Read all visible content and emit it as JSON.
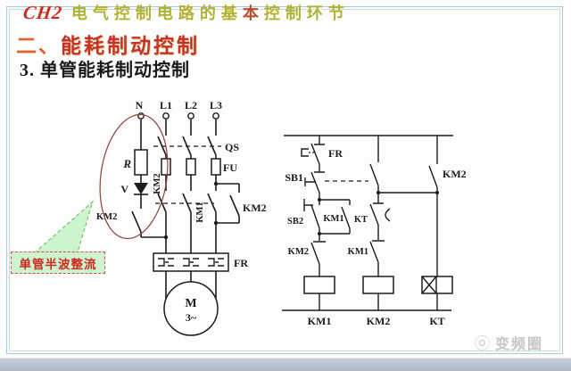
{
  "colors": {
    "frame-blue": "#a5cbe0",
    "frame-blue-light": "#c6deec",
    "bottom-bar": "#aeb8c4",
    "accent-red": "#cc2a1e",
    "heading-orange": "#e0602e",
    "heading-red": "#c5322b",
    "title-olive": "#b1b233",
    "title-red": "#bb4a2f",
    "callout-green": "#cdf3cf",
    "callout-border": "#d05050",
    "circuit-ink": "#1c1c1c",
    "scope-red": "#8a4040",
    "watermark-gray": "#c6c6c6"
  },
  "header": {
    "course_code": "CH2",
    "title_seg1": "电气控制电路的基",
    "title_seg2": "本",
    "title_seg3": "控制环节"
  },
  "headings": {
    "section_prefix": "二、",
    "section_title": "能耗制动控制",
    "subsection": "3. 单管能耗制动控制"
  },
  "callout": {
    "label": "单管半波整流"
  },
  "main_circuit": {
    "labels": {
      "n": "N",
      "l1": "L1",
      "l2": "L2",
      "l3": "L3",
      "qs": "QS",
      "fu": "FU",
      "r": "R",
      "v": "V",
      "km2_brake": "KM2",
      "km2_vertical": "KM2",
      "km1_vertical": "KM1",
      "km2_right": "KM2",
      "fr": "FR",
      "motor": "M",
      "motor_phases": "3~"
    }
  },
  "control_circuit": {
    "labels": {
      "fr": "FR",
      "sb1": "SB1",
      "sb2": "SB2",
      "km1_latch": "KM1",
      "kt_contact": "KT",
      "km2_top": "KM2",
      "km2_interlock": "KM2",
      "km1_interlock": "KM1",
      "coil_km1": "KM1",
      "coil_km2": "KM2",
      "coil_kt": "KT"
    }
  },
  "watermark": {
    "text": "变频圈"
  }
}
